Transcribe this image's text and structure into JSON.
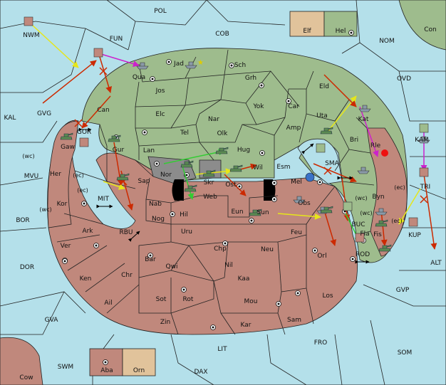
{
  "legend": {
    "top": [
      {
        "label": "Elf",
        "color": "#e1c39b"
      },
      {
        "label": "Hel",
        "color": "#9ebc8d"
      }
    ],
    "bottom": [
      {
        "label": "Aba",
        "color": "#c0887c"
      },
      {
        "label": "Orn",
        "color": "#e1c39b"
      }
    ]
  },
  "colors": {
    "water": "#b4e0ea",
    "green_power": "#9ebc8d",
    "red_power": "#c0887c",
    "neutral": "#8c8c8c",
    "highlight": "#e1c39b"
  },
  "sea_labels": [
    "POL",
    "COB",
    "FUN",
    "NOM",
    "OVD",
    "NWM",
    "GVG",
    "KAL",
    "MVU",
    "BOR",
    "DOR",
    "GVA",
    "SWM",
    "LIT",
    "DAX",
    "FRO",
    "SOM",
    "GVP",
    "ALT",
    "KUP",
    "KAM",
    "TRI",
    "ROD",
    "BUC",
    "SMA",
    "GOR",
    "MIT",
    "RBU",
    "Con",
    "Cow"
  ],
  "green_labels": [
    "Jad",
    "Sch",
    "Qua",
    "Jos",
    "Grh",
    "Eld",
    "Can",
    "Elc",
    "Nar",
    "Yok",
    "Car",
    "Uta",
    "Kat",
    "Tel",
    "Olk",
    "Amp",
    "Gaw",
    "Gur",
    "Lan",
    "Hug",
    "Bri",
    "Esm",
    "Mel",
    "Byn",
    "Fla"
  ],
  "red_labels": [
    "Rle",
    "Her",
    "Kor",
    "Ver",
    "Ark",
    "Ken",
    "Sap",
    "Nab",
    "Nog",
    "Hil",
    "Uru",
    "Web",
    "Ost",
    "Wil",
    "Eun",
    "Sun",
    "Obs",
    "Feu",
    "Bar",
    "Qwi",
    "Chr",
    "Chp",
    "Neu",
    "Nil",
    "Orl",
    "Kaa",
    "Ail",
    "Sot",
    "Rot",
    "Mou",
    "Los",
    "Zin",
    "Kar",
    "Sam",
    "Fis"
  ],
  "gray_labels": [
    "Nor",
    "Skr"
  ],
  "coast_tags": [
    "(wc)",
    "(ec)",
    "(ec)",
    "(wc)",
    "(wc)",
    "(wc)",
    "(ec)",
    "(ec)"
  ]
}
